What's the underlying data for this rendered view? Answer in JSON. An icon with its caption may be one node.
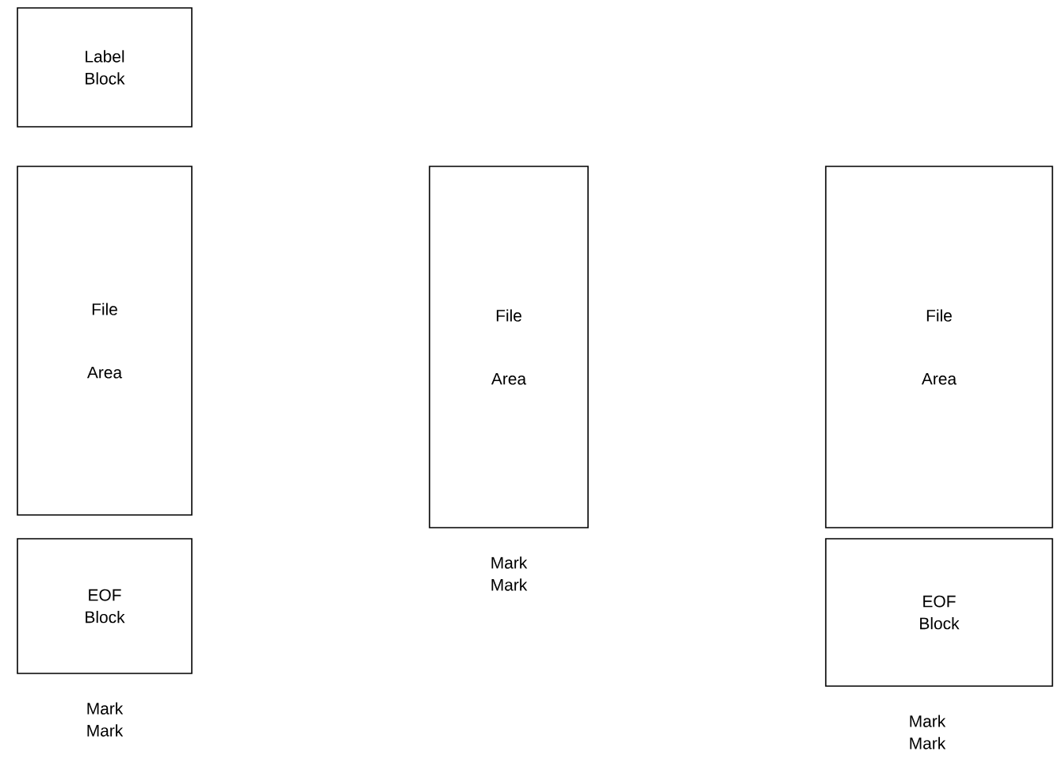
{
  "diagram": {
    "nodes": [
      {
        "text": [
          "Label Block"
        ]
      },
      {
        "text": [
          "File",
          "Area"
        ]
      },
      {
        "text": [
          "EOF Block"
        ],
        "beside": [
          "Mark Mark"
        ]
      },
      {
        "text": [
          "File",
          "Area"
        ],
        "beside": [
          "Mark Mark"
        ]
      },
      {
        "text": [
          "File",
          "Area"
        ]
      },
      {
        "text": [
          "EOF Block"
        ],
        "beside": [
          "Mark Mark"
        ]
      }
    ]
  }
}
